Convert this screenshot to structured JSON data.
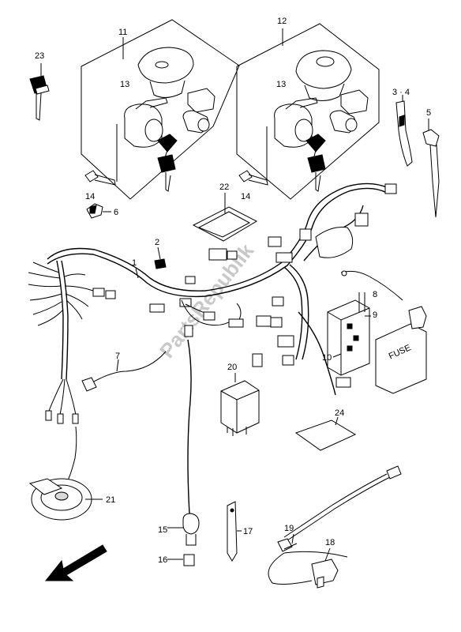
{
  "watermark": "PartsRepublik",
  "box_labels": {
    "ignition_set_left": "11",
    "ignition_set_right": "12"
  },
  "callouts": {
    "c1": "1",
    "c2": "2",
    "c3_4": "3 · 4",
    "c5": "5",
    "c6": "6",
    "c7": "7",
    "c8": "8",
    "c9": "9",
    "c10": "10",
    "c13_left": "13",
    "c13_right": "13",
    "c14_left": "14",
    "c14_right": "14",
    "c15": "15",
    "c16": "16",
    "c17": "17",
    "c18": "18",
    "c19": "19",
    "c20": "20",
    "c21": "21",
    "c22": "22",
    "c23": "23",
    "c24": "24"
  },
  "fuse_box_text": "FUSE"
}
